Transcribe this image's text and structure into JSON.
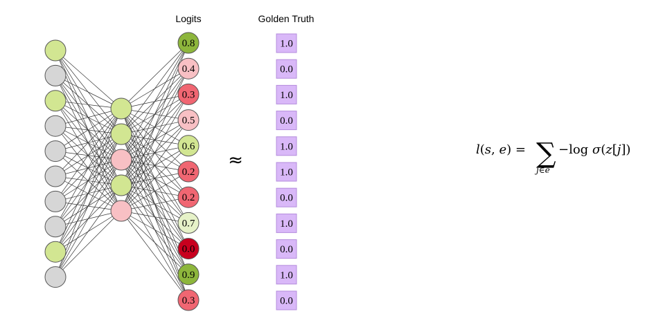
{
  "headers": {
    "logits": "Logits",
    "golden_truth": "Golden Truth"
  },
  "approx_symbol": "≈",
  "colors": {
    "green": "#d2e692",
    "grey": "#d6d6d6",
    "pink": "#f8c0c4",
    "red": "#f06672",
    "dark_red": "#c8001e",
    "dark_green": "#8db63c",
    "pale_green": "#e6f2c8",
    "truth_fill": "#d9b8f8",
    "truth_border": "#b48cdc"
  },
  "network": {
    "input_layer": [
      "green",
      "grey",
      "green",
      "grey",
      "grey",
      "grey",
      "grey",
      "grey",
      "green",
      "grey"
    ],
    "hidden_layer": [
      "green",
      "green",
      "pink",
      "green",
      "pink"
    ],
    "logits": [
      {
        "value": "0.8",
        "color": "dark_green"
      },
      {
        "value": "0.4",
        "color": "pink"
      },
      {
        "value": "0.3",
        "color": "red"
      },
      {
        "value": "0.5",
        "color": "pink"
      },
      {
        "value": "0.6",
        "color": "green"
      },
      {
        "value": "0.2",
        "color": "red"
      },
      {
        "value": "0.2",
        "color": "red"
      },
      {
        "value": "0.7",
        "color": "pale_green"
      },
      {
        "value": "0.0",
        "color": "dark_red"
      },
      {
        "value": "0.9",
        "color": "dark_green"
      },
      {
        "value": "0.3",
        "color": "red"
      }
    ]
  },
  "golden_truth": [
    "1.0",
    "0.0",
    "1.0",
    "0.0",
    "1.0",
    "1.0",
    "0.0",
    "1.0",
    "0.0",
    "1.0",
    "0.0"
  ]
}
